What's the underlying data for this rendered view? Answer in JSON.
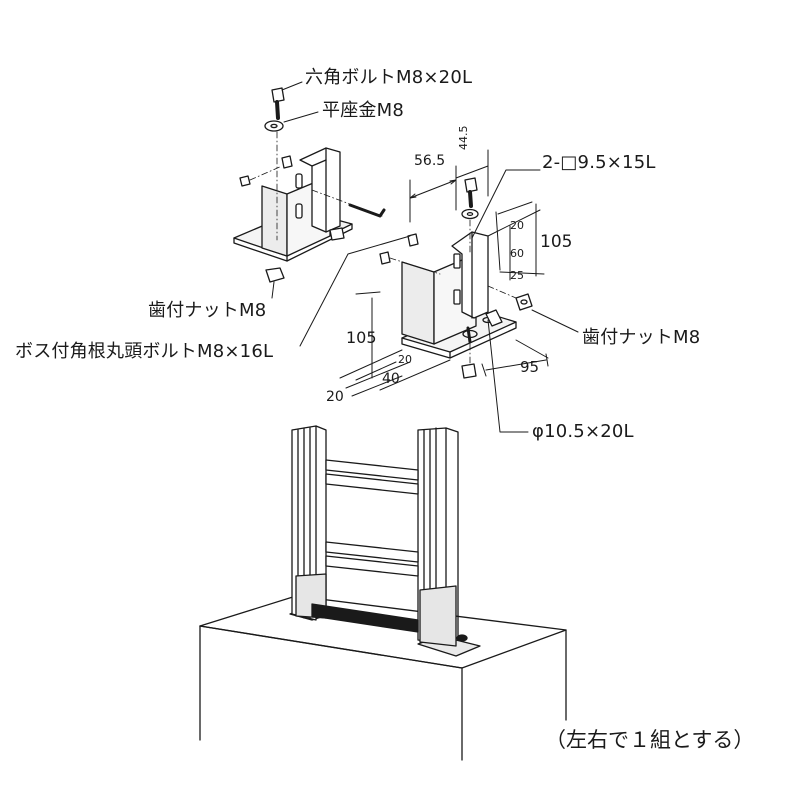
{
  "callouts": {
    "hex_bolt": "六角ボルトM8×20L",
    "flat_washer": "平座金M8",
    "square_hole": "2-□9.5×15L",
    "toothed_nut_left": "歯付ナットM8",
    "toothed_nut_right": "歯付ナットM8",
    "boss_bolt": "ボス付角根丸頭ボルトM8×16L",
    "round_hole": "φ10.5×20L"
  },
  "dimensions": {
    "d_56_5": "56.5",
    "d_44_5": "44.5",
    "d_20_top": "20",
    "d_60": "60",
    "d_25": "25",
    "d_105_right": "105",
    "d_105_left": "105",
    "d_20_small": "20",
    "d_40": "40",
    "d_20_bottom": "20",
    "d_95": "95"
  },
  "note": "（左右で１組とする）"
}
